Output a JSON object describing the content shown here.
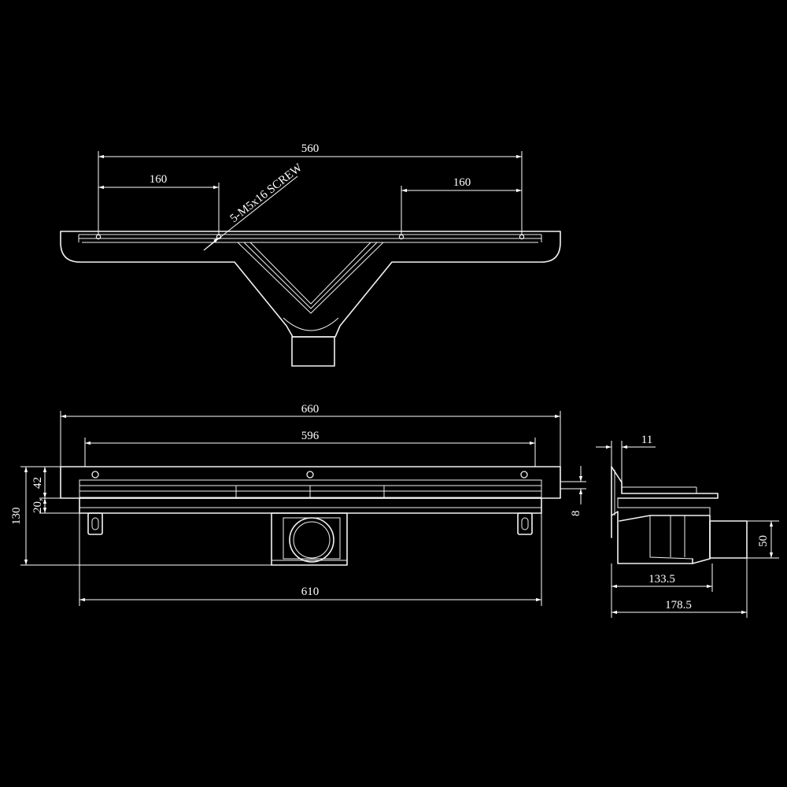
{
  "colors": {
    "background": "#000000",
    "line": "#f2f2f2"
  },
  "top_view": {
    "dim_560": "560",
    "dim_160_left": "160",
    "dim_160_right": "160",
    "screw_note": "5-M5x16 SCREW"
  },
  "front_view": {
    "dim_660": "660",
    "dim_596": "596",
    "dim_610": "610",
    "dim_130": "130",
    "dim_42": "42",
    "dim_20": "20,"
  },
  "side_view": {
    "dim_11": "11",
    "dim_8": "8",
    "dim_50": "50",
    "dim_133_5": "133.5",
    "dim_178_5": "178.5"
  }
}
